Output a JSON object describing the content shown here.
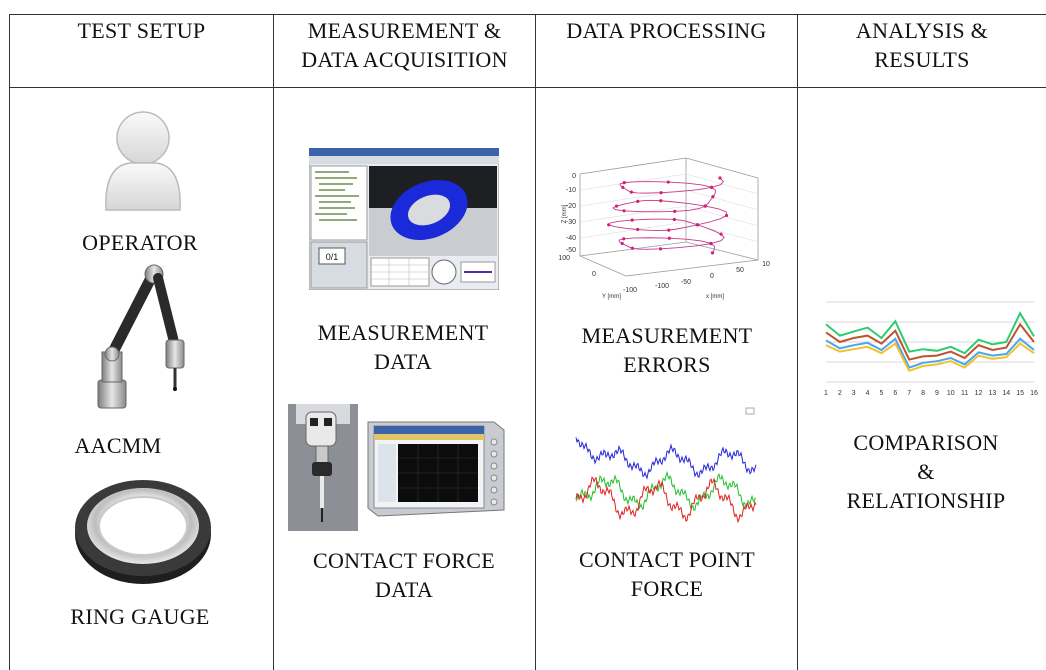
{
  "headers": {
    "col1": "TEST SETUP",
    "col2_line1": "MEASUREMENT &",
    "col2_line2": "DATA  ACQUISITION",
    "col3": "DATA PROCESSING",
    "col4_line1": "ANALYSIS &",
    "col4_line2": "RESULTS"
  },
  "test_setup": {
    "operator": "OPERATOR",
    "aacmm": "AACMM",
    "ring_gauge": "RING GAUGE"
  },
  "acquisition": {
    "measurement_data_line1": "MEASUREMENT",
    "measurement_data_line2": "DATA",
    "contact_force_line1": "CONTACT FORCE",
    "contact_force_line2": "DATA",
    "software_counter": "0/1"
  },
  "processing": {
    "errors_line1": "MEASUREMENT",
    "errors_line2": "ERRORS",
    "force_line1": "CONTACT POINT",
    "force_line2": "FORCE",
    "plot3d": {
      "z_ticks": [
        "0",
        "-10",
        "-20",
        "-30",
        "-40",
        "-50"
      ],
      "y_ticks": [
        "100",
        "0",
        "-100"
      ],
      "x_ticks": [
        "-100",
        "-50",
        "0",
        "50",
        "10"
      ],
      "x_label": "x [mm]",
      "y_label": "Y [mm]",
      "z_label": "Z [mm]"
    }
  },
  "analysis": {
    "label_line1": "COMPARISON",
    "label_line2": "&",
    "label_line3": "RELATIONSHIP",
    "chart_data": {
      "type": "line",
      "categories": [
        "1",
        "2",
        "3",
        "4",
        "5",
        "6",
        "7",
        "8",
        "9",
        "10",
        "11",
        "12",
        "13",
        "14",
        "15",
        "16"
      ],
      "series": [
        {
          "color": "#2ecc71",
          "values": [
            72,
            58,
            63,
            68,
            55,
            76,
            38,
            41,
            39,
            44,
            36,
            53,
            47,
            50,
            86,
            57
          ]
        },
        {
          "color": "#c0522e",
          "values": [
            62,
            50,
            55,
            58,
            48,
            64,
            28,
            32,
            33,
            38,
            30,
            46,
            40,
            43,
            72,
            50
          ]
        },
        {
          "color": "#4aa8e8",
          "values": [
            52,
            42,
            46,
            49,
            40,
            54,
            18,
            24,
            26,
            30,
            22,
            37,
            33,
            35,
            54,
            40
          ]
        },
        {
          "color": "#f2c12e",
          "values": [
            46,
            38,
            41,
            44,
            36,
            48,
            14,
            20,
            22,
            26,
            18,
            33,
            29,
            31,
            48,
            36
          ]
        }
      ],
      "ylim": [
        0,
        100
      ],
      "grid": true
    }
  },
  "colors": {
    "line_color": "#333333",
    "ring_blue": "#1a2ad8",
    "force_blue": "#2323d8",
    "force_red": "#e02020",
    "force_green": "#22c02a"
  }
}
